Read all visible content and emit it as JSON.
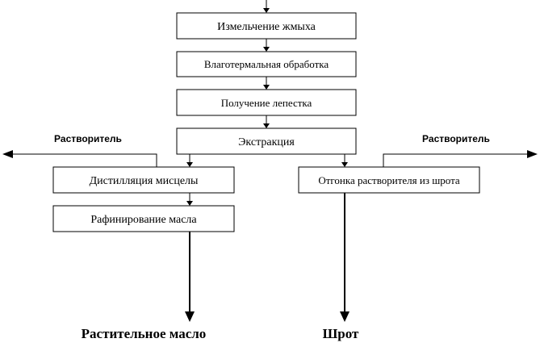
{
  "steps": {
    "grinding": "Измельчение жмыха",
    "moisture_heat": "Влаготермальная обработка",
    "petal": "Получение лепестка",
    "extraction": "Экстракция",
    "distillation": "Дистилляция мисцелы",
    "refining": "Рафинирование масла",
    "stripping": "Отгонка растворителя из шрота"
  },
  "side_outputs": {
    "solvent_left": "Растворитель",
    "solvent_right": "Растворитель"
  },
  "products": {
    "oil": "Растительное масло",
    "meal": "Шрот"
  }
}
